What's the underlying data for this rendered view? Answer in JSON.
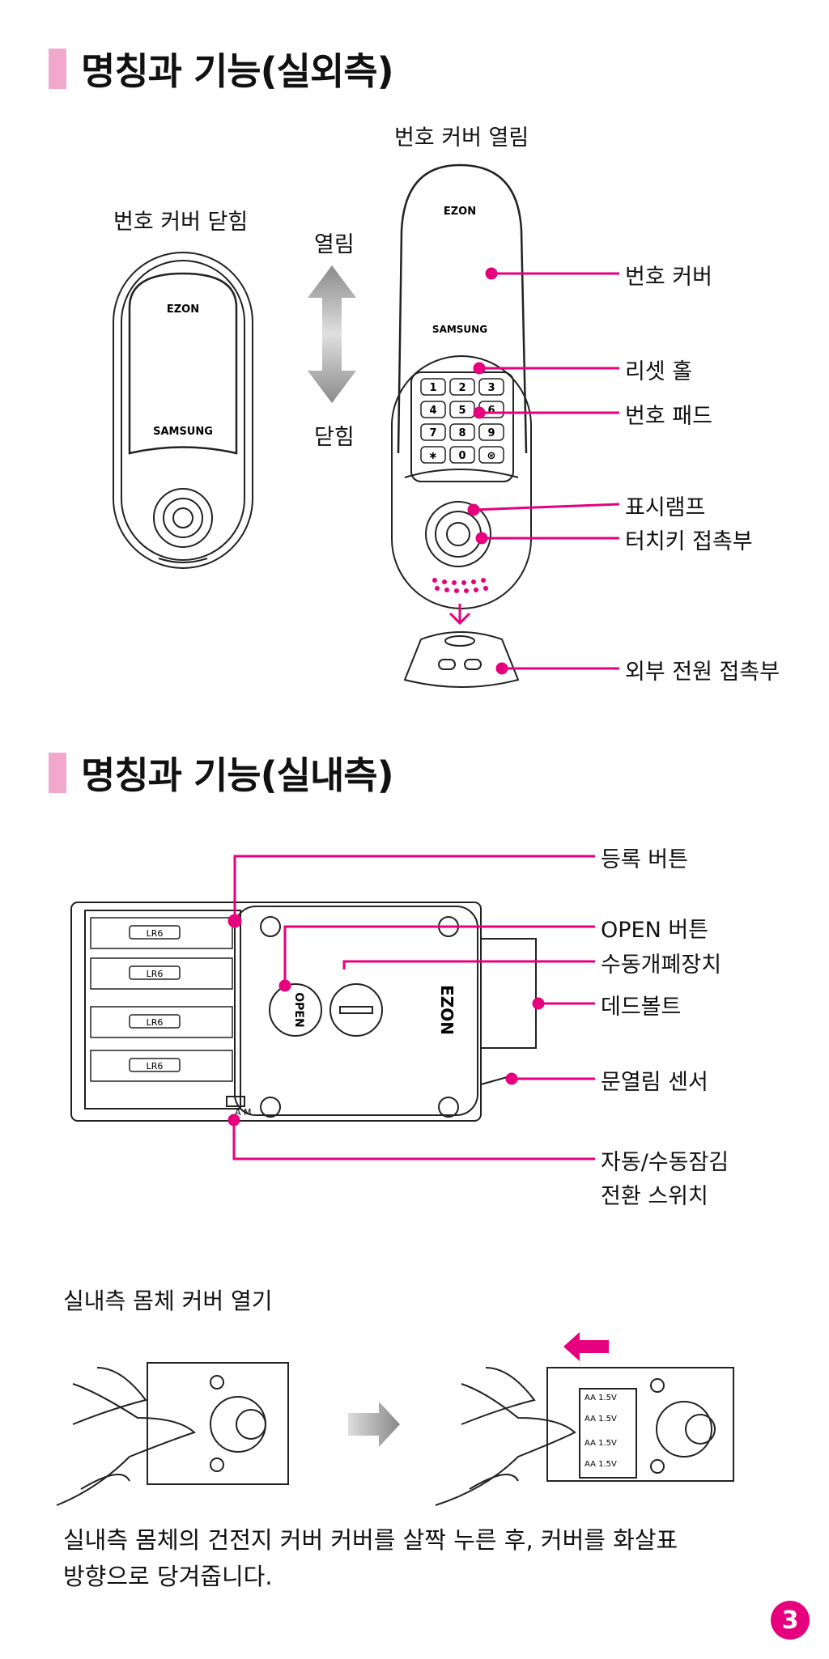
{
  "outdoor": {
    "title": "명칭과 기능(실외측)",
    "cover_closed_label": "번호 커버 닫힘",
    "cover_open_label": "번호 커버 열림",
    "open_word": "열림",
    "close_word": "닫힘",
    "device_brand": "SAMSUNG",
    "device_logo": "EZON",
    "keypad_keys": [
      "1",
      "2",
      "3",
      "4",
      "5",
      "6",
      "7",
      "8",
      "9",
      "∗",
      "0",
      "⊛"
    ],
    "callouts": [
      "번호 커버",
      "리셋 홀",
      "번호 패드",
      "표시램프",
      "터치키 접촉부",
      "외부 전원 접촉부"
    ]
  },
  "indoor": {
    "title": "명칭과 기능(실내측)",
    "battery_label": "LR6",
    "open_button_text": "OPEN",
    "switch_marks": "A M",
    "callouts": [
      "등록 버튼",
      "OPEN 버튼",
      "수동개폐장치",
      "데드볼트",
      "문열림 센서",
      "자동/수동잠김",
      "전환 스위치"
    ]
  },
  "cover_open": {
    "subtitle": "실내측 몸체 커버 열기",
    "battery_text": "AA 1.5V",
    "instruction_line1": "실내측 몸체의 건전지 커버 커버를 살짝 누른 후, 커버를 화살표",
    "instruction_line2": "방향으로 당겨줍니다."
  },
  "page_number": "3",
  "colors": {
    "accent": "#e6007e",
    "title_bar": "#f2a7cc",
    "line": "#222222"
  }
}
